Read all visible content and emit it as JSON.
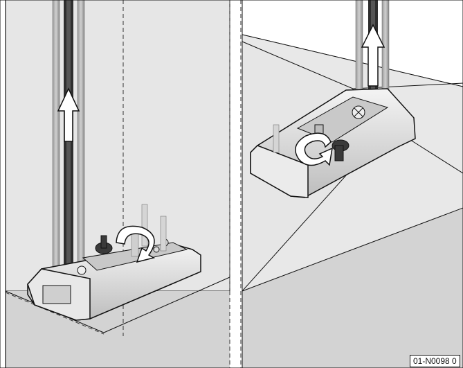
{
  "figure": {
    "reference_code": "01-N0098 0",
    "panels": [
      {
        "id": "left",
        "arrow_direction": "up",
        "rotation_arrow": "clockwise"
      },
      {
        "id": "right",
        "arrow_direction": "up",
        "rotation_arrow": "counterclockwise"
      }
    ],
    "colors": {
      "background_panel": "#d6d6d6",
      "wall_light": "#e9e9e9",
      "rail": "#2e2e2e",
      "outline": "#111111",
      "knob": "#3a3a3a"
    }
  }
}
